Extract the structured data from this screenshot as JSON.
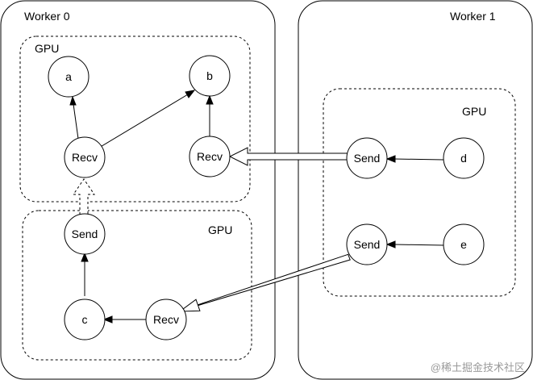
{
  "workers": [
    {
      "title": "Worker 0"
    },
    {
      "title": "Worker 1"
    }
  ],
  "gpu_label": "GPU",
  "nodes": {
    "a": "a",
    "b": "b",
    "recv1": "Recv",
    "recv2": "Recv",
    "send_w0": "Send",
    "c": "c",
    "recv3": "Recv",
    "send_d": "Send",
    "d": "d",
    "send_e": "Send",
    "e": "e"
  },
  "watermark": "@稀土掘金技术社区"
}
